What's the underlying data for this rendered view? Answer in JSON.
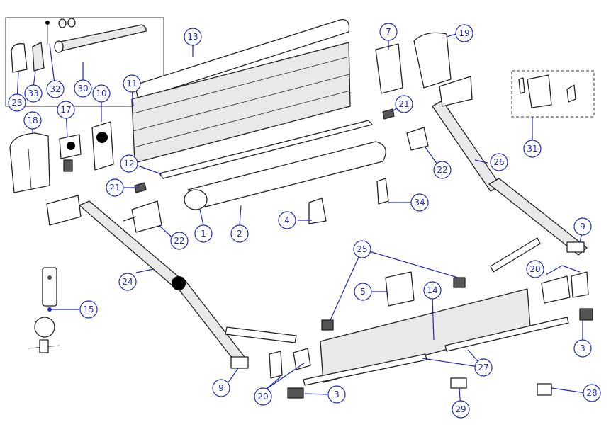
{
  "callouts": [
    {
      "label": "1"
    },
    {
      "label": "2"
    },
    {
      "label": "3"
    },
    {
      "label": "3"
    },
    {
      "label": "4"
    },
    {
      "label": "5"
    },
    {
      "label": "7"
    },
    {
      "label": "9"
    },
    {
      "label": "9"
    },
    {
      "label": "10"
    },
    {
      "label": "11"
    },
    {
      "label": "12"
    },
    {
      "label": "13"
    },
    {
      "label": "14"
    },
    {
      "label": "15"
    },
    {
      "label": "17"
    },
    {
      "label": "18"
    },
    {
      "label": "19"
    },
    {
      "label": "20"
    },
    {
      "label": "20"
    },
    {
      "label": "21"
    },
    {
      "label": "21"
    },
    {
      "label": "22"
    },
    {
      "label": "22"
    },
    {
      "label": "23"
    },
    {
      "label": "24"
    },
    {
      "label": "25"
    },
    {
      "label": "26"
    },
    {
      "label": "27"
    },
    {
      "label": "28"
    },
    {
      "label": "29"
    },
    {
      "label": "30"
    },
    {
      "label": "31"
    },
    {
      "label": "32"
    },
    {
      "label": "33"
    },
    {
      "label": "34"
    }
  ],
  "colors": {
    "line": "#222222",
    "callout": "#1f2bb8",
    "background": "#ffffff"
  }
}
